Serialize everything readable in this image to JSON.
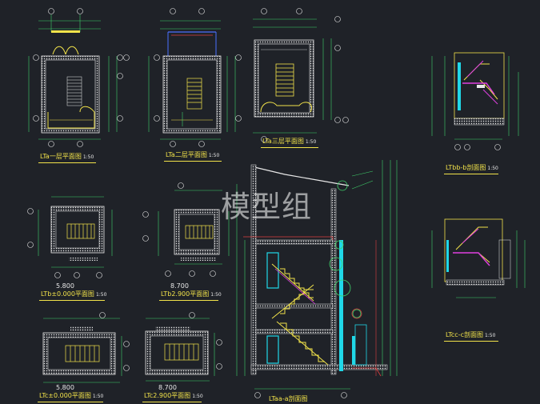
{
  "watermark": "模型组",
  "titles": {
    "lta1": {
      "text": "LTa一层平面图",
      "scale": "1:50"
    },
    "lta2": {
      "text": "LTa二层平面图",
      "scale": "1:50"
    },
    "lta3": {
      "text": "LTa三层平面图",
      "scale": "1:50"
    },
    "ltbb": {
      "text": "LTbb-b剖面图",
      "scale": "1:50"
    },
    "ltcc": {
      "text": "LTcc-c剖面图",
      "scale": "1:50"
    },
    "ltb0": {
      "text": "LTb±0.000平面图",
      "scale": "1:50"
    },
    "ltb2": {
      "text": "LTb2.900平面图",
      "scale": "1:50"
    },
    "ltc0": {
      "text": "LTc±0.000平面图",
      "scale": "1:50"
    },
    "ltc2": {
      "text": "LTc2.900平面图",
      "scale": "1:50"
    },
    "ltaa": {
      "text": "LTaa-a剖面图",
      "scale": ""
    }
  },
  "levels": {
    "ltb0": "5.800",
    "ltb2": "8.700",
    "ltc0": "5.800",
    "ltc2": "8.700"
  },
  "colors": {
    "background": "#1f2228",
    "wall": "#e8e8e8",
    "stair": "#f2e34a",
    "dimension": "#3fd06a",
    "cyan": "#20d8e8",
    "magenta": "#e040e0",
    "red": "#e04040",
    "blue": "#4a70ff"
  }
}
